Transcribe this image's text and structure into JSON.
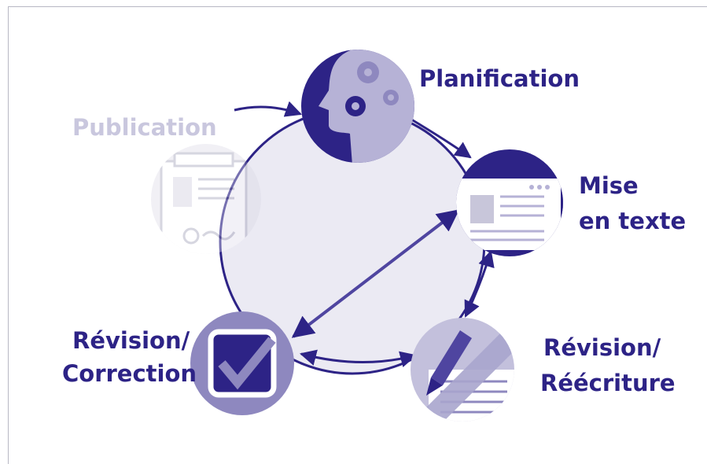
{
  "colors": {
    "primary": "#2d2386",
    "light": "#b6b2d6",
    "pale": "#ebeaf3",
    "faded_text": "#c9c7de"
  },
  "stages": {
    "planification": {
      "label": "Planification",
      "icon": "head-gears-icon"
    },
    "mise_en_texte": {
      "label_line1": "Mise",
      "label_line2": "en texte",
      "icon": "computer-screen-icon"
    },
    "revision_reecriture": {
      "label_line1": "Révision/",
      "label_line2": "Réécriture",
      "icon": "pencil-document-icon"
    },
    "revision_correction": {
      "label_line1": "Révision/",
      "label_line2": "Correction",
      "icon": "checkbox-icon"
    },
    "publication": {
      "label": "Publication",
      "icon": "signed-document-icon"
    }
  }
}
